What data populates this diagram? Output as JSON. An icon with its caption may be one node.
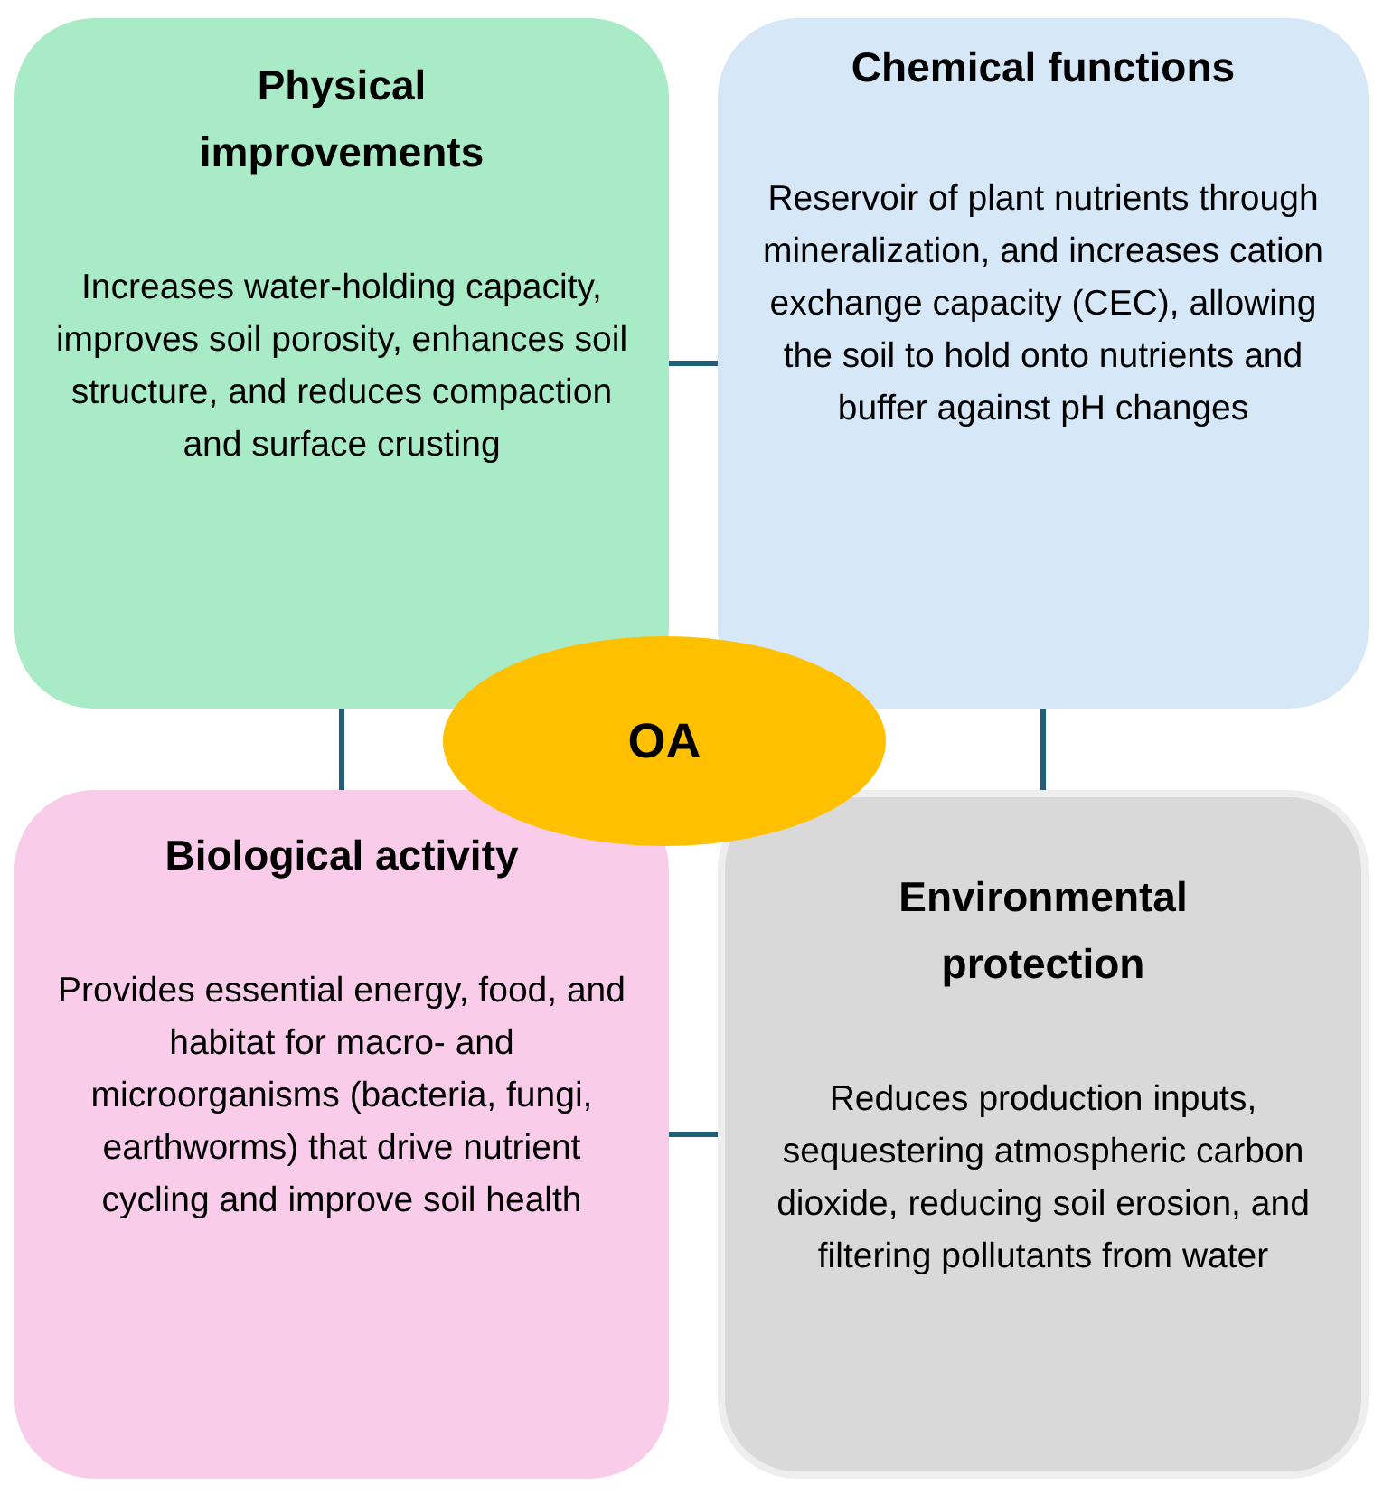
{
  "diagram": {
    "nodes": [
      {
        "text": [
          "Physical improvements",
          "Increases water-holding capacity, improves soil porosity, enhances soil structure, and reduces compaction and surface crusting"
        ]
      },
      {
        "text": [
          "Chemical functions",
          "Reservoir of plant nutrients through mineralization, and increases cation exchange capacity (CEC), allowing the soil to hold onto nutrients and buffer against pH changes"
        ]
      },
      {
        "text": [
          "Biological activity",
          "Provides essential energy, food, and habitat for macro- and microorganisms (bacteria, fungi, earthworms) that drive nutrient cycling and improve soil health"
        ]
      },
      {
        "text": [
          "Environmental protection",
          "Reduces production inputs, sequestering atmospheric carbon dioxide, reducing soil erosion, and filtering pollutants from water"
        ]
      },
      {
        "text": [
          "OA"
        ]
      }
    ],
    "edges": [
      {
        "from": 0,
        "to": 1,
        "arrow": "none"
      },
      {
        "from": 0,
        "to": 2,
        "arrow": "none"
      },
      {
        "from": 1,
        "to": 3,
        "arrow": "none"
      },
      {
        "from": 2,
        "to": 3,
        "arrow": "none"
      }
    ]
  }
}
